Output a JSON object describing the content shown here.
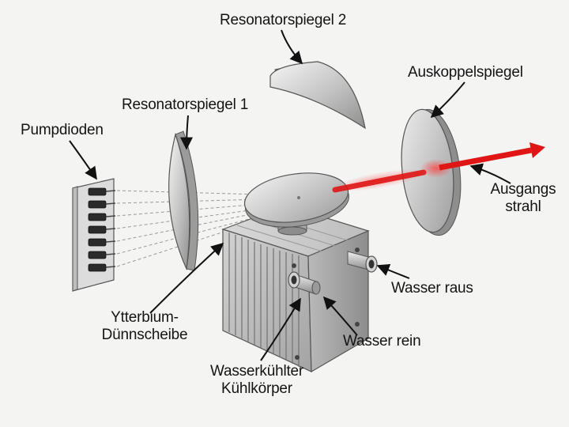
{
  "diagram": {
    "labels": {
      "resonator_mirror_2": "Resonatorspiegel 2",
      "output_coupler": "Auskoppelspiegel",
      "resonator_mirror_1": "Resonatorspiegel 1",
      "pump_diodes": "Pumpdioden",
      "output_beam_line1": "Ausgangs",
      "output_beam_line2": "strahl",
      "water_out": "Wasser raus",
      "ytterbium_disk_line1": "Ytterbium-",
      "ytterbium_disk_line2": "Dünnscheibe",
      "water_in": "Wasser rein",
      "heatsink_line1": "Wasserkühlter",
      "heatsink_line2": "Kühlkörper"
    },
    "colors": {
      "laser_beam": "#e01515",
      "metal_light": "#e6e6e6",
      "metal_dark": "#8c8c8c",
      "arrow": "#111111",
      "pump_rays": "#9a9a9a"
    }
  }
}
